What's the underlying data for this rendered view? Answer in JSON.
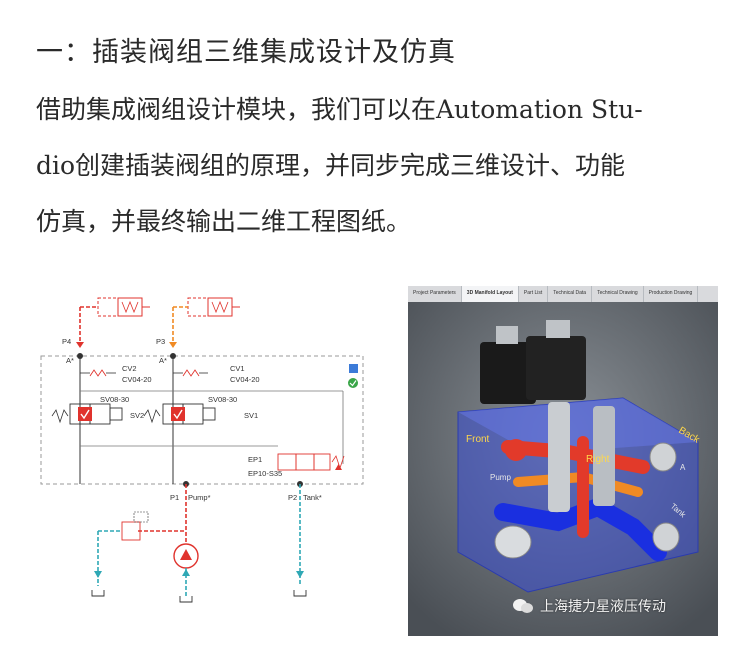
{
  "article": {
    "heading": "一：插装阀组三维集成设计及仿真",
    "paragraph_lines": [
      "借助集成阀组设计模块，我们可以在Automation Stu-",
      "dio创建插装阀组的原理，并同步完成三维设计、功能",
      "仿真，并最终输出二维工程图纸。"
    ]
  },
  "schematic": {
    "ports": {
      "p4": "P4",
      "p3": "P3",
      "a_left": "A*",
      "a_right": "A*",
      "p1": "P1",
      "pump": "Pump*",
      "p2": "P2",
      "tank": "Tank*"
    },
    "components": {
      "cv2": "CV2",
      "cv2_model": "CV04-20",
      "cv1": "CV1",
      "cv1_model": "CV04-20",
      "sv2_model": "SV08-30",
      "sv2": "SV2",
      "sv1_model": "SV08-30",
      "sv1": "SV1",
      "ep1": "EP1",
      "ep1_model": "EP10-S35"
    },
    "colors": {
      "pressure": "#e0332d",
      "pilot": "#f08a24",
      "tank": "#2fa8b5",
      "frame": "#9a9a9a"
    }
  },
  "software_panel": {
    "tabs": [
      "Project Parameters",
      "3D Manifold Layout",
      "Part List",
      "Technical Data",
      "Technical Drawing",
      "Production Drawing"
    ],
    "active_tab": "3D Manifold Layout",
    "block_labels": {
      "front": "Front",
      "back": "Back",
      "right": "Right",
      "pump": "Pump",
      "tank": "Tank",
      "a": "A"
    },
    "colors": {
      "block": "#3b4fd6",
      "pressure_channel": "#e23a2a",
      "tank_channel": "#1a2fe0",
      "pilot_channel": "#f08a24"
    }
  },
  "watermark": {
    "icon": "wechat-icon",
    "text": "上海捷力星液压传动"
  }
}
